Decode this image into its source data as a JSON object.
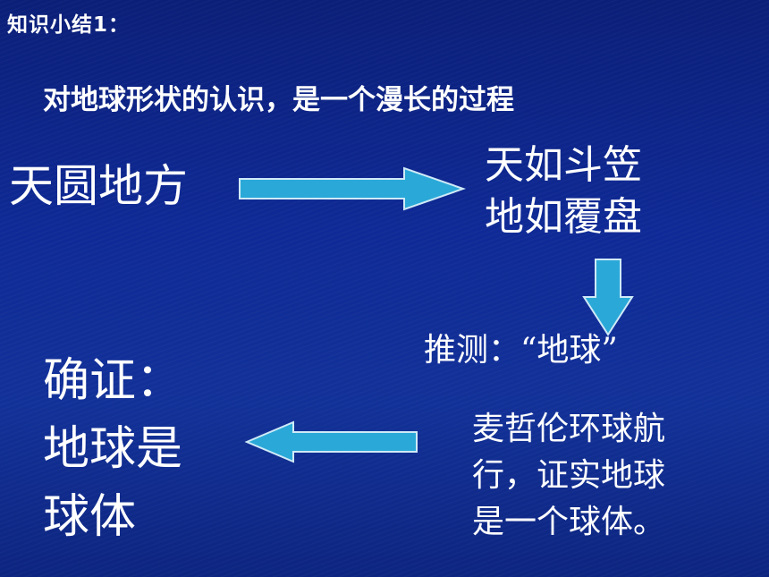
{
  "slide": {
    "heading": "知识小结1：",
    "subtitle": "对地球形状的认识，是一个漫长的过程",
    "stages": {
      "ancient": "天圆地方",
      "dome": [
        "天如斗笠",
        "地如覆盘"
      ],
      "hypothesis": "推测：“地球”",
      "magellan": [
        "麦哲伦环球航",
        "行，证实地球",
        "是一个球体。"
      ],
      "confirmed": [
        "确证：",
        "地球是",
        "球体"
      ]
    },
    "arrows": {
      "right": "arrow-right-icon",
      "down": "arrow-down-icon",
      "left": "arrow-left-icon"
    }
  },
  "colors": {
    "background": "#0f2a96",
    "text": "#ffffff",
    "arrow_fill": "#2aa9d8",
    "arrow_stroke": "#cfeaf7"
  }
}
